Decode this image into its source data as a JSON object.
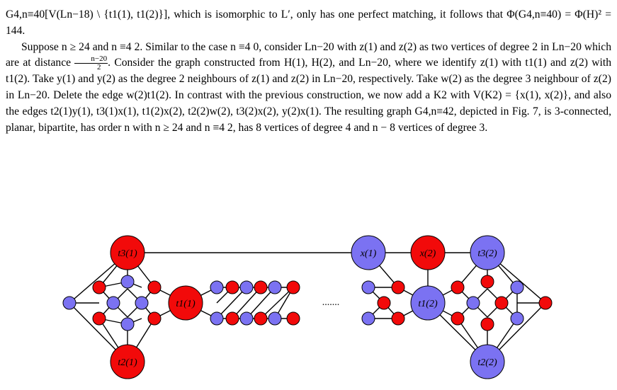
{
  "paragraph1": {
    "seg1": "G4,n≡40[V(Ln−18) \\ {t1(1), t1(2)}], which is isomorphic to L′, only has one perfect matching, it follows that Φ(G4,n≡40) = Φ(H)² = 144."
  },
  "paragraph2": {
    "seg1": "Suppose n ≥ 24 and n ≡4 2. Similar to the case n ≡4 0, consider Ln−20 with z(1) and z(2) as two vertices of degree 2 in Ln−20 which are at distance ",
    "frac_num": "n−20",
    "frac_den": "2",
    "seg2": ". Consider the graph constructed from H(1), H(2), and Ln−20, where we identify z(1) with t1(1) and z(2) with t1(2). Take y(1) and y(2) as the degree 2 neighbours of z(1) and z(2) in Ln−20, respectively. Take w(2) as the degree 3 neighbour of z(2) in Ln−20. Delete the edge w(2)t1(2). In contrast with the previous construction, we now add a K2 with V(K2) = {x(1), x(2)}, and also the edges t2(1)y(1), t3(1)x(1), t1(2)x(2), t2(2)w(2), t3(2)x(2), y(2)x(1). The resulting graph G4,n≡42, depicted in Fig. 7, is 3-connected, planar, bipartite, has order n with n ≥ 24 and n ≡4 2, has 8 vertices of degree 4 and n − 8 vertices of degree 3."
  },
  "figure": {
    "ellipsis": ".......",
    "labels": {
      "t3_1": "t3(1)",
      "t1_1": "t1(1)",
      "t2_1": "t2(1)",
      "x_1": "x(1)",
      "x_2": "x(2)",
      "t3_2": "t3(2)",
      "t1_2": "t1(2)",
      "t2_2": "t2(2)"
    },
    "colors": {
      "red": "#f20a0a",
      "blue": "#7b72f2",
      "edge": "#000000"
    }
  }
}
